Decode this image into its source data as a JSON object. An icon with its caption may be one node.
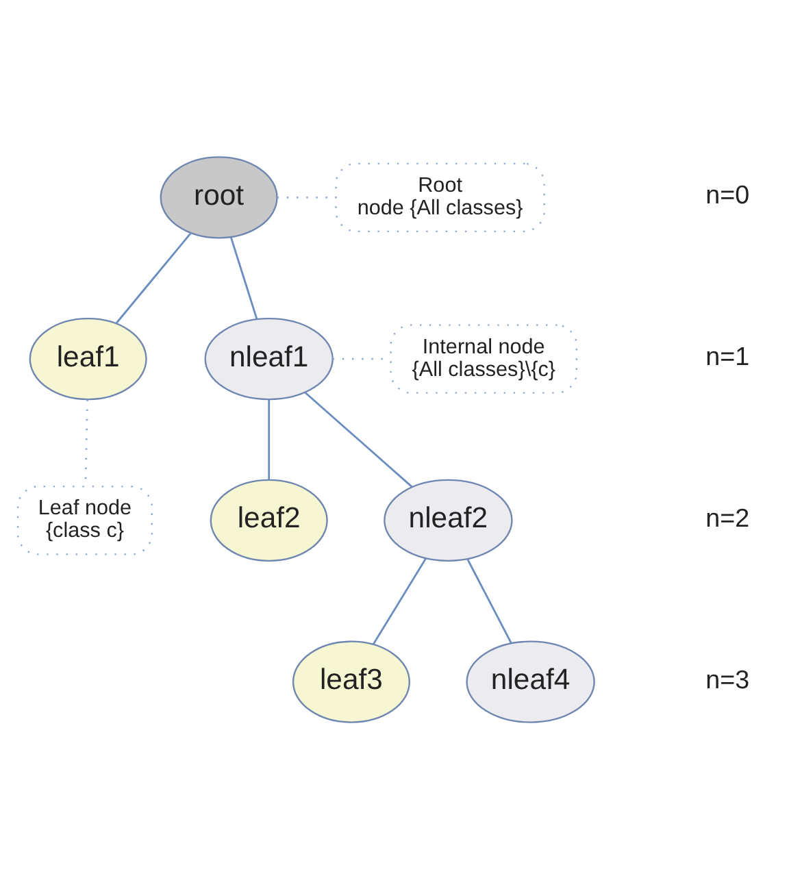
{
  "diagram": {
    "nodes": [
      {
        "text": [
          "root"
        ]
      },
      {
        "text": [
          "leaf1"
        ]
      },
      {
        "text": [
          "nleaf1"
        ]
      },
      {
        "text": [
          "leaf2"
        ]
      },
      {
        "text": [
          "nleaf2"
        ]
      },
      {
        "text": [
          "leaf3"
        ]
      },
      {
        "text": [
          "nleaf4"
        ]
      },
      {
        "text": [
          "Root node {All classes}"
        ]
      },
      {
        "text": [
          "Internal node {All classes}\\{c}"
        ]
      },
      {
        "text": [
          "Leaf node {class c}"
        ]
      }
    ],
    "edges": [
      {
        "from": 0,
        "to": 1,
        "arrow": "none"
      },
      {
        "from": 0,
        "to": 2,
        "arrow": "none"
      },
      {
        "from": 2,
        "to": 3,
        "arrow": "none"
      },
      {
        "from": 2,
        "to": 4,
        "arrow": "none"
      },
      {
        "from": 4,
        "to": 5,
        "arrow": "none"
      },
      {
        "from": 4,
        "to": 6,
        "arrow": "none"
      },
      {
        "from": 0,
        "to": 7,
        "arrow": "none",
        "style": "dashed",
        "color": "#8fa8d0"
      },
      {
        "from": 2,
        "to": 8,
        "arrow": "none",
        "style": "dashed",
        "color": "#8fa8d0"
      },
      {
        "from": 1,
        "to": 9,
        "arrow": "none",
        "style": "dashed",
        "color": "#8fa8d0"
      }
    ],
    "labels": [
      "n=0",
      "n=1",
      "n=2",
      "n=3"
    ]
  }
}
